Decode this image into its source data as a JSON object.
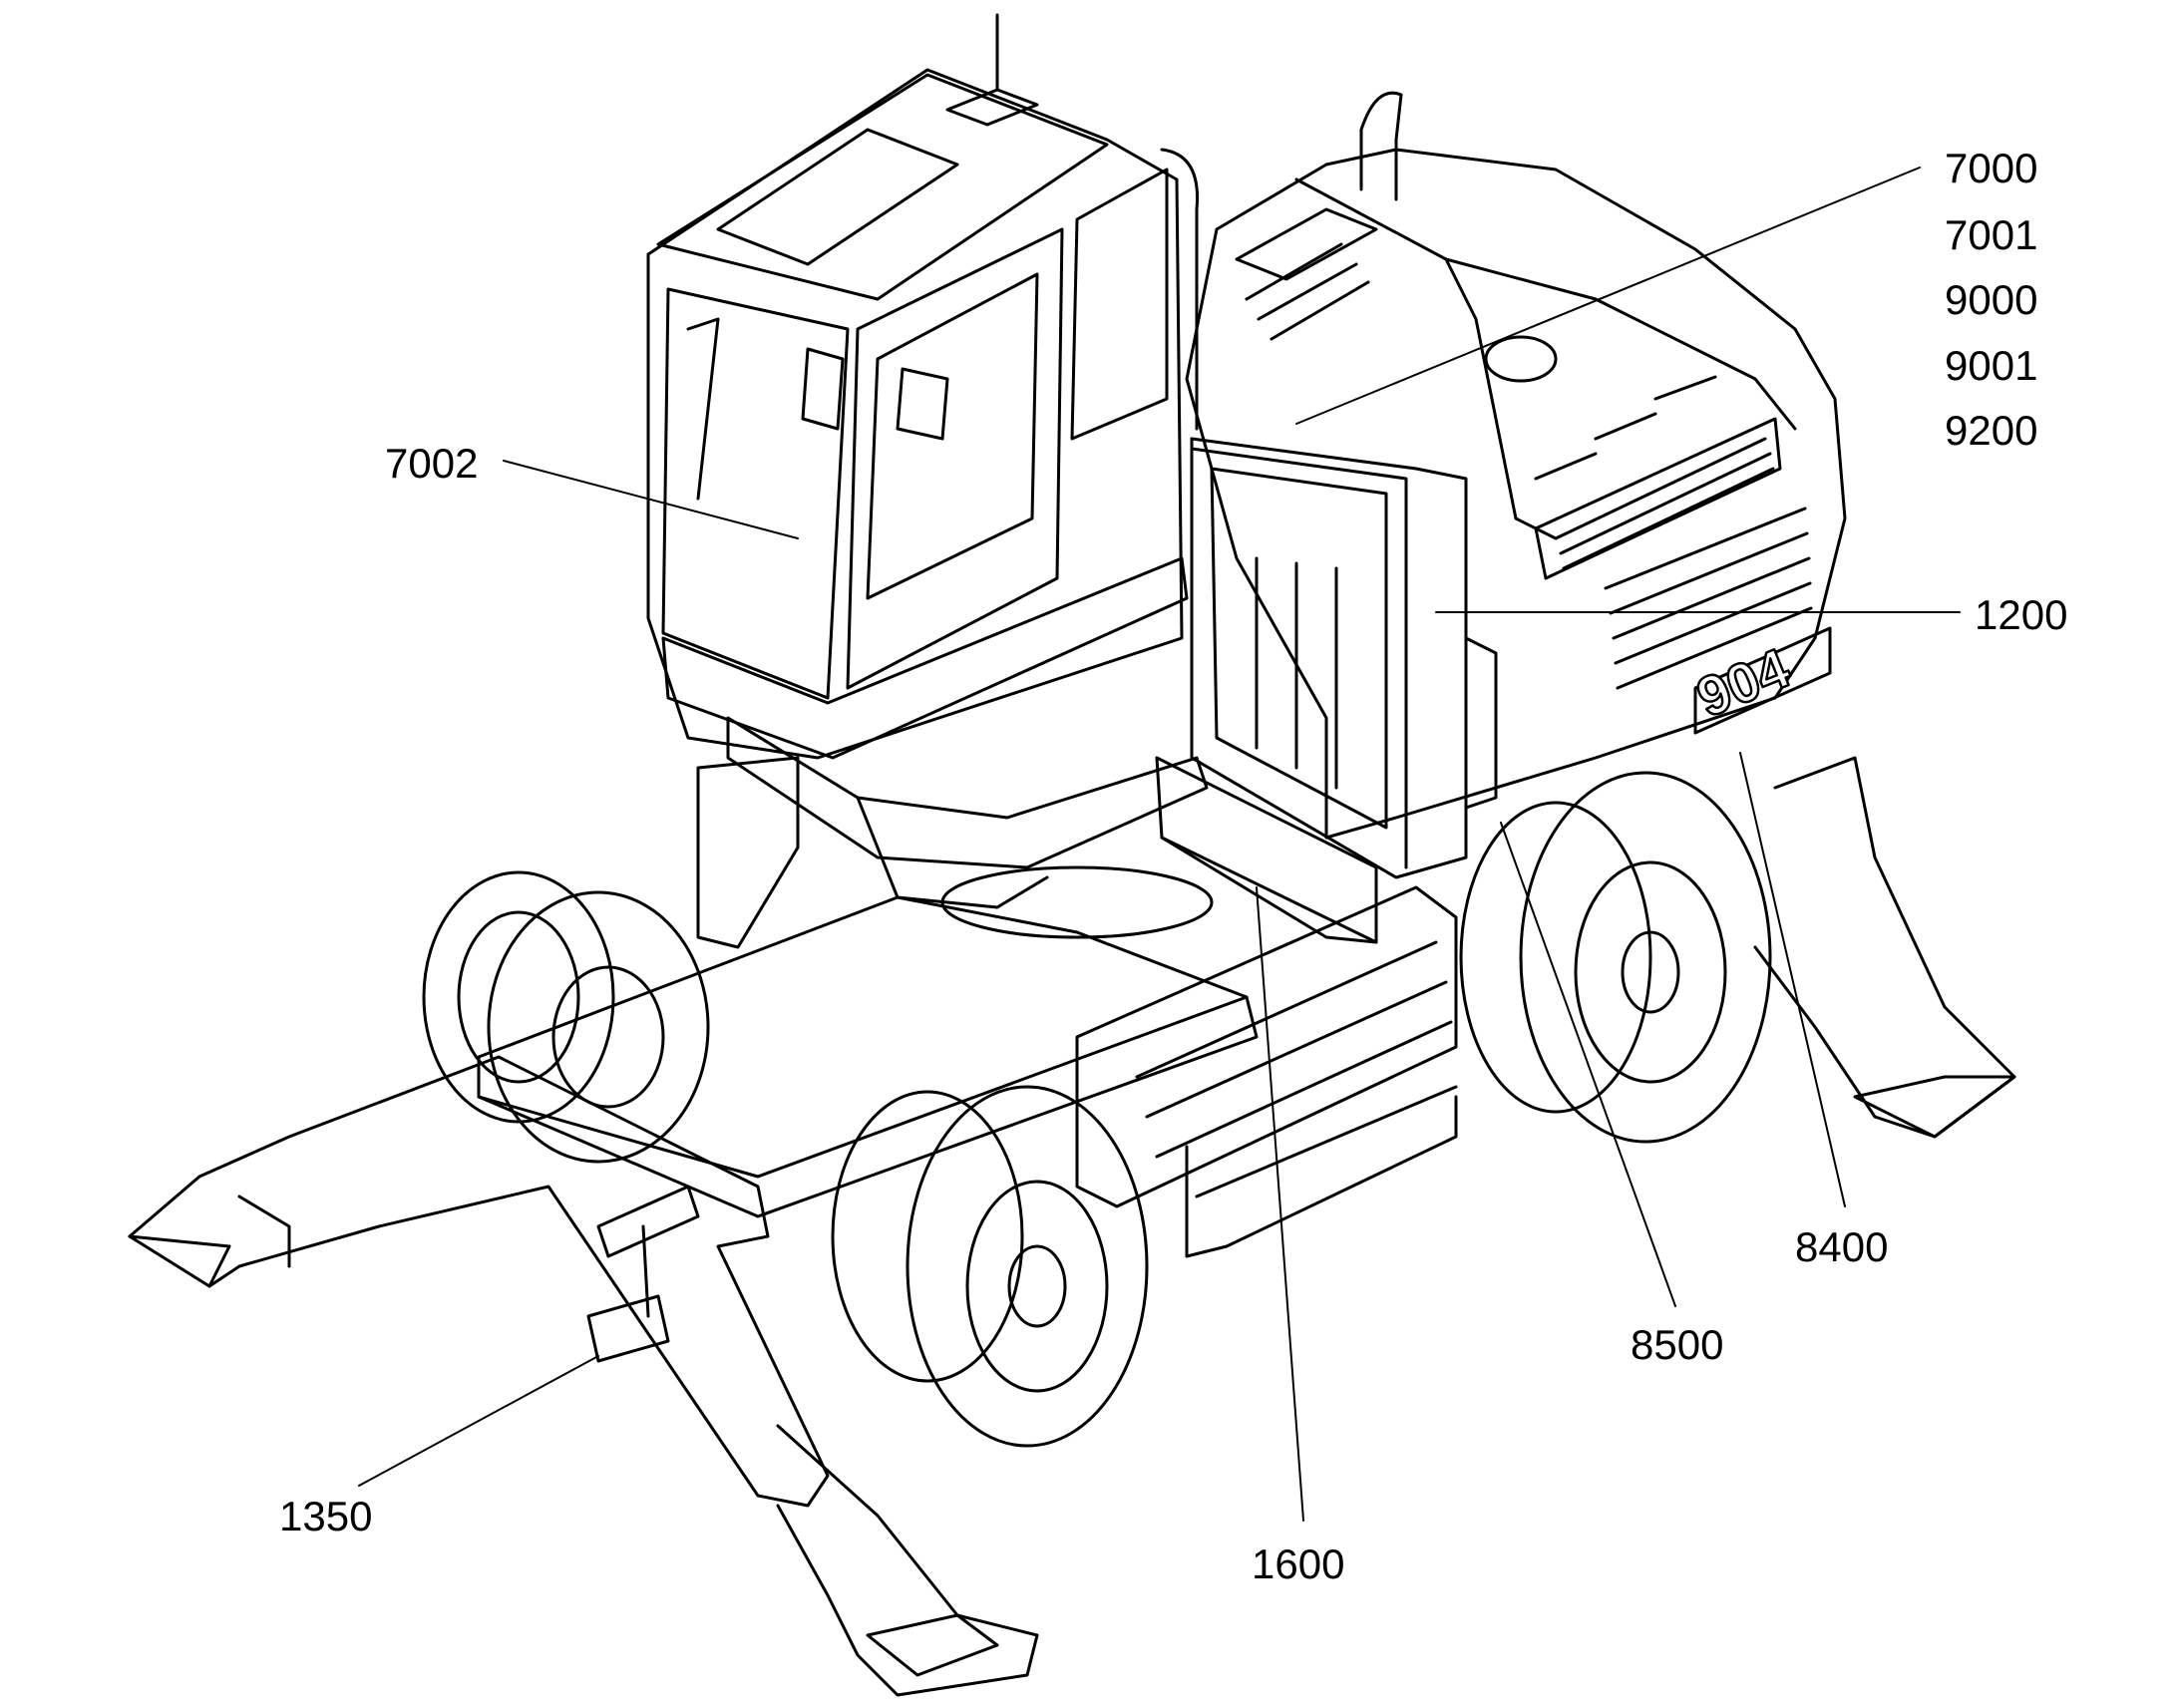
{
  "diagram": {
    "callouts": [
      {
        "id": "7000",
        "label": "7000"
      },
      {
        "id": "7001",
        "label": "7001"
      },
      {
        "id": "9000",
        "label": "9000"
      },
      {
        "id": "9001",
        "label": "9001"
      },
      {
        "id": "9200",
        "label": "9200"
      },
      {
        "id": "7002",
        "label": "7002"
      },
      {
        "id": "1200",
        "label": "1200"
      },
      {
        "id": "8400",
        "label": "8400"
      },
      {
        "id": "8500",
        "label": "8500"
      },
      {
        "id": "1350",
        "label": "1350"
      },
      {
        "id": "1600",
        "label": "1600"
      }
    ],
    "model_badge": "904"
  }
}
